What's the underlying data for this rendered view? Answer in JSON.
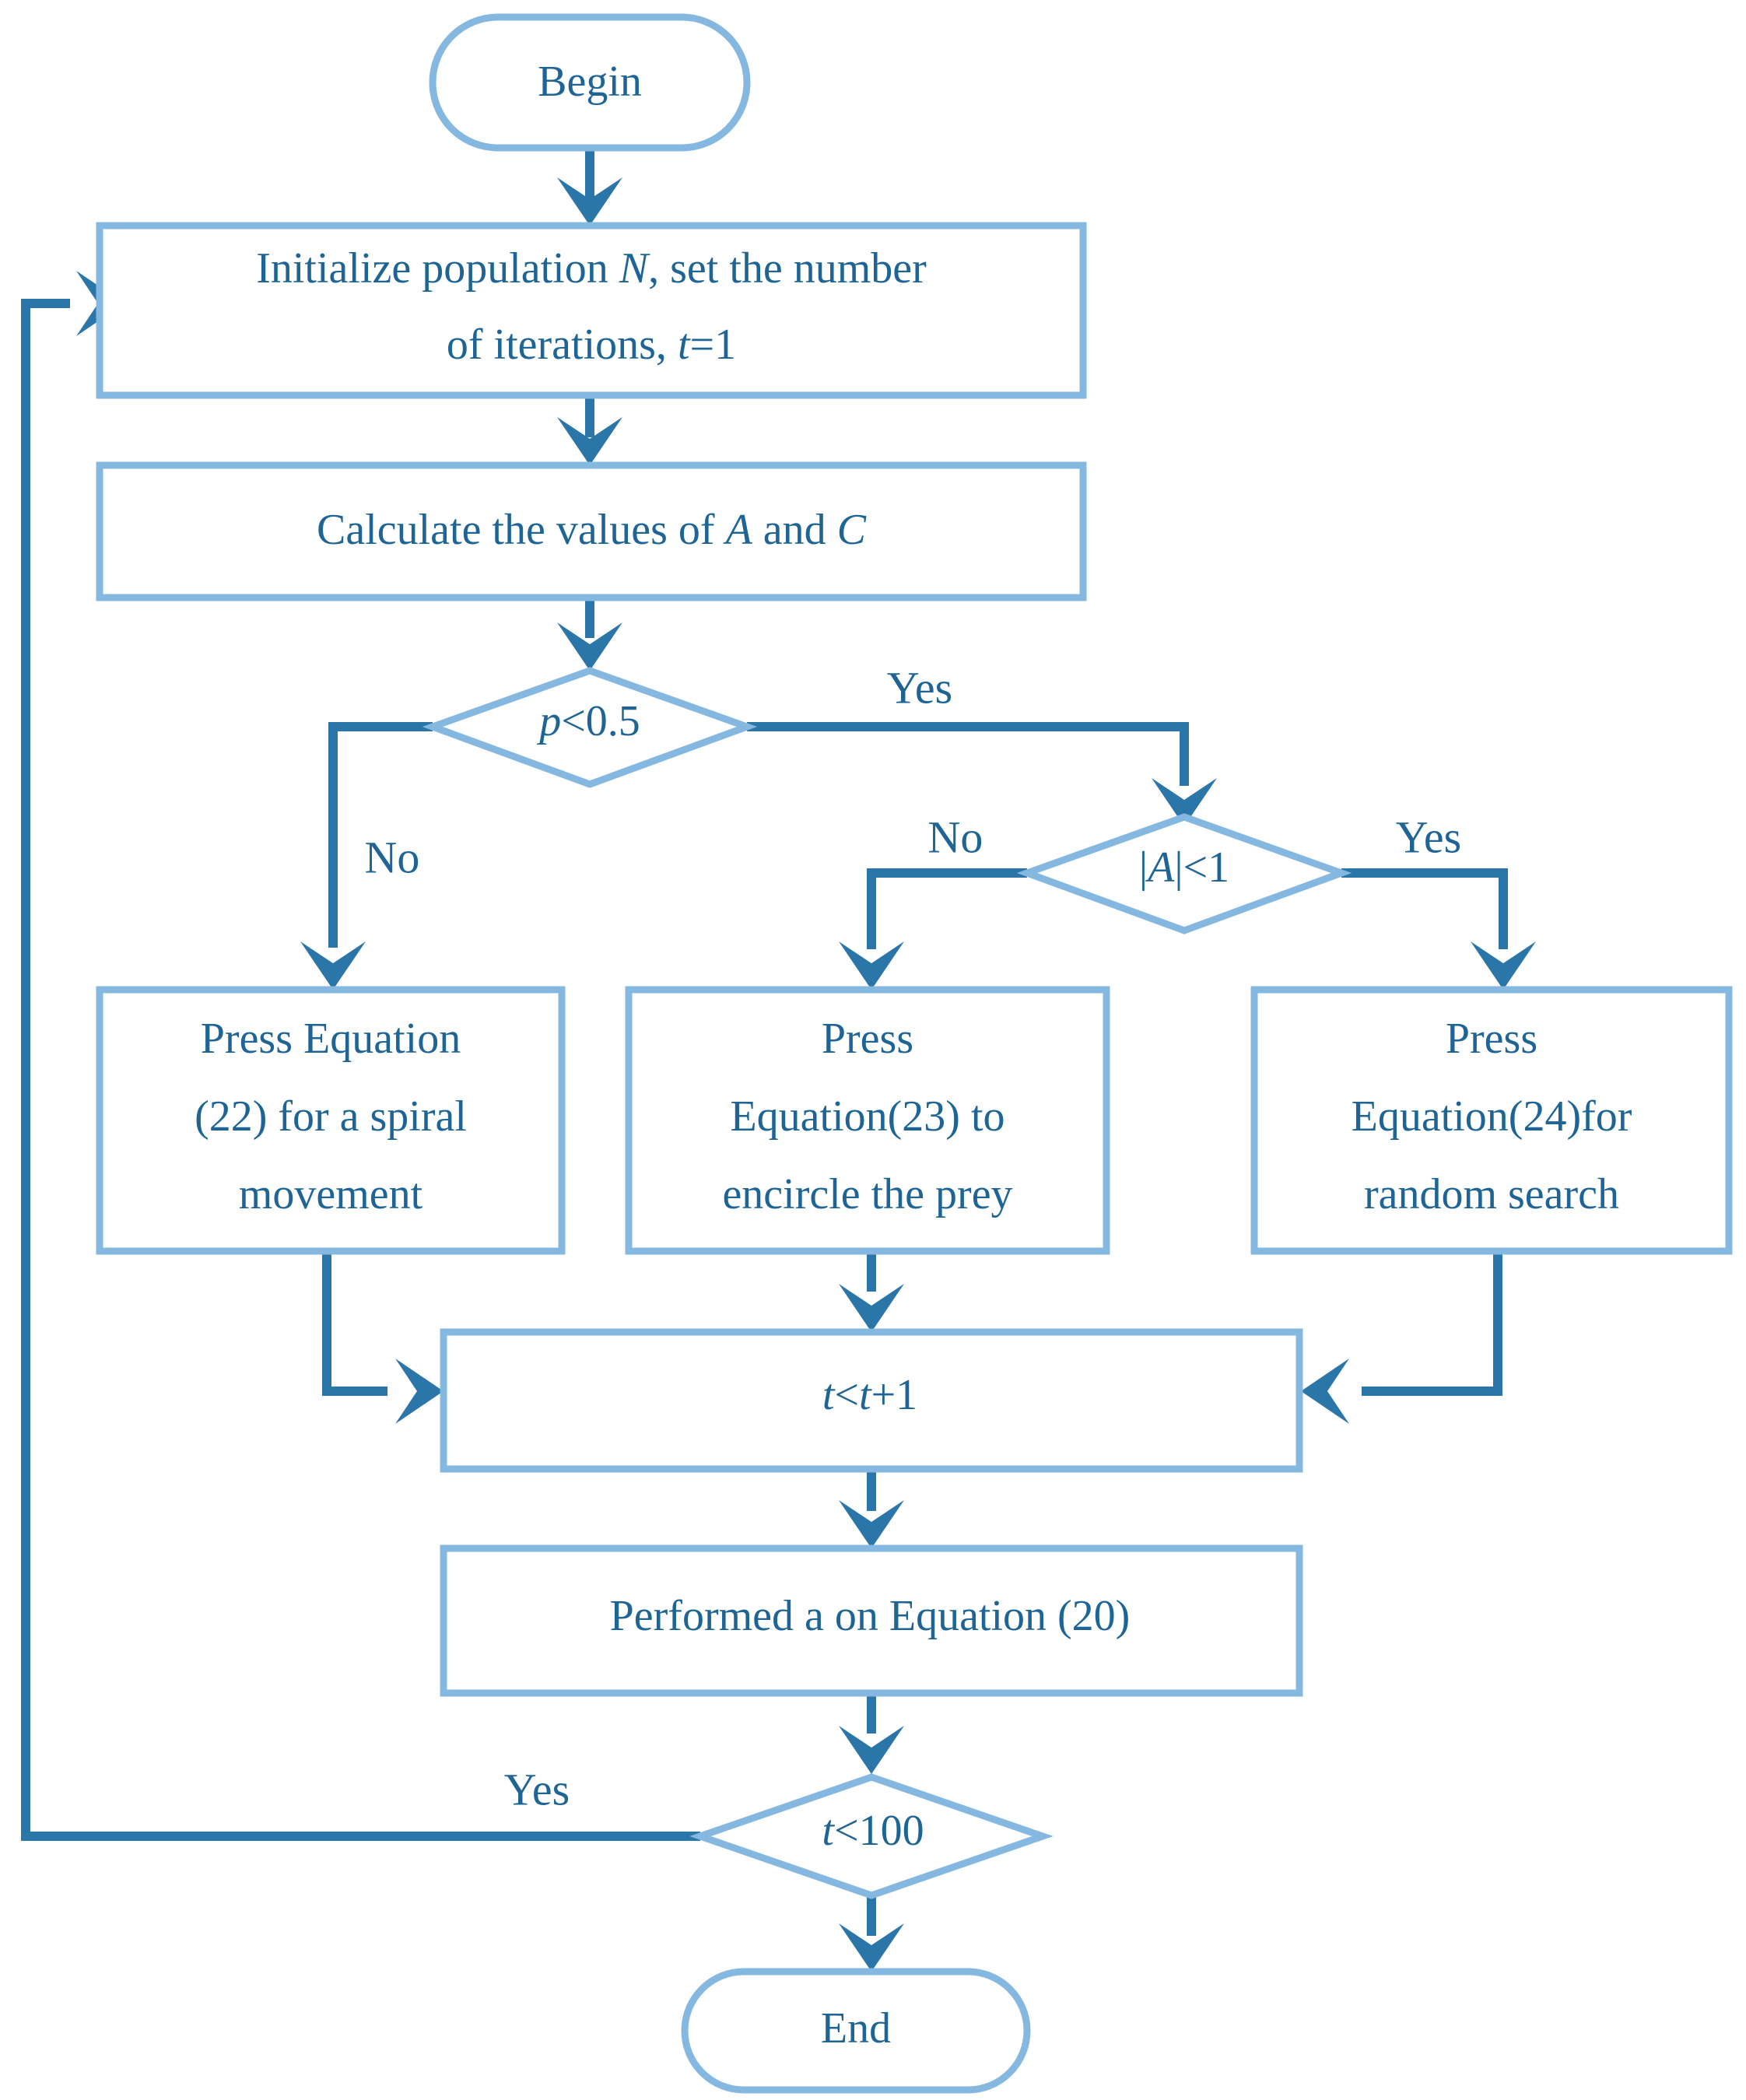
{
  "diagram": {
    "title": "Whale Optimization Algorithm Flowchart",
    "colors": {
      "shape_border": "#85B8E0",
      "connector": "#2A76A8",
      "text": "#1E6595",
      "background": "#FFFFFF"
    },
    "nodes": {
      "begin": {
        "label": "Begin",
        "shape": "terminator"
      },
      "init": {
        "shape": "process",
        "line1_a": "Initialize population ",
        "line1_var": "N",
        "line1_b": ", set the number",
        "line2_a": "of iterations, ",
        "line2_var": "t",
        "line2_b": "=1"
      },
      "calc": {
        "shape": "process",
        "text_a": "Calculate the values of ",
        "var1": "A",
        "text_b": " and ",
        "var2": "C"
      },
      "decision_p": {
        "shape": "decision",
        "var": "p",
        "rest": "<0.5"
      },
      "decision_a": {
        "shape": "decision",
        "pre": "|",
        "var": "A",
        "post": "|<1"
      },
      "eq22": {
        "shape": "process",
        "line1": "Press  Equation",
        "line2": "(22) for a spiral",
        "line3": "movement"
      },
      "eq23": {
        "shape": "process",
        "line1": "Press",
        "line2": "Equation(23) to",
        "line3": "encircle the prey"
      },
      "eq24": {
        "shape": "process",
        "line1": "Press",
        "line2": "Equation(24)for",
        "line3": "random search"
      },
      "increment": {
        "shape": "process",
        "var1": "t",
        "mid": "<",
        "var2": "t",
        "rest": "+1"
      },
      "performed": {
        "shape": "process",
        "text": "Performed a on Equation (20)"
      },
      "decision_t": {
        "shape": "decision",
        "var": "t",
        "rest": "<100"
      },
      "end": {
        "label": "End",
        "shape": "terminator"
      }
    },
    "edge_labels": {
      "p_yes": "Yes",
      "p_no": "No",
      "a_no": "No",
      "a_yes": "Yes",
      "t_yes": "Yes"
    }
  }
}
